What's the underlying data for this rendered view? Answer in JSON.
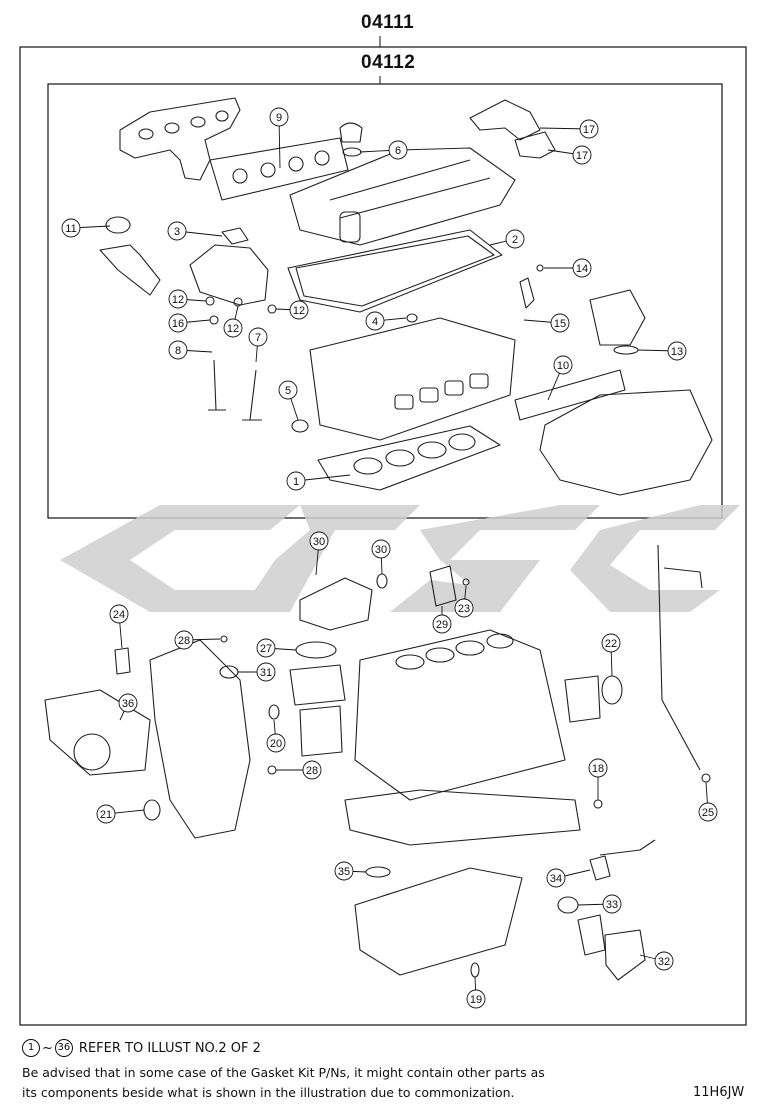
{
  "titles": {
    "kit_outer": "04111",
    "kit_inner": "04112"
  },
  "watermark_text": "CJGC",
  "callouts": [
    {
      "id": "c9",
      "label": "9"
    },
    {
      "id": "c6",
      "label": "6"
    },
    {
      "id": "c17a",
      "label": "17"
    },
    {
      "id": "c17b",
      "label": "17"
    },
    {
      "id": "c11",
      "label": "11"
    },
    {
      "id": "c3",
      "label": "3"
    },
    {
      "id": "c2",
      "label": "2"
    },
    {
      "id": "c14",
      "label": "14"
    },
    {
      "id": "c12a",
      "label": "12"
    },
    {
      "id": "c16a",
      "label": "16"
    },
    {
      "id": "c12b",
      "label": "12"
    },
    {
      "id": "c12c",
      "label": "12"
    },
    {
      "id": "c4",
      "label": "4"
    },
    {
      "id": "c15",
      "label": "15"
    },
    {
      "id": "c8",
      "label": "8"
    },
    {
      "id": "c7",
      "label": "7"
    },
    {
      "id": "c13",
      "label": "13"
    },
    {
      "id": "c10",
      "label": "10"
    },
    {
      "id": "c5",
      "label": "5"
    },
    {
      "id": "c1",
      "label": "1"
    },
    {
      "id": "c30a",
      "label": "30"
    },
    {
      "id": "c30b",
      "label": "30"
    },
    {
      "id": "c23",
      "label": "23"
    },
    {
      "id": "c29",
      "label": "29"
    },
    {
      "id": "c24",
      "label": "24"
    },
    {
      "id": "c28a",
      "label": "28"
    },
    {
      "id": "c27",
      "label": "27"
    },
    {
      "id": "c22",
      "label": "22"
    },
    {
      "id": "c31",
      "label": "31"
    },
    {
      "id": "c36",
      "label": "36"
    },
    {
      "id": "c20",
      "label": "20"
    },
    {
      "id": "c28b",
      "label": "28"
    },
    {
      "id": "c18",
      "label": "18"
    },
    {
      "id": "c21",
      "label": "21"
    },
    {
      "id": "c25",
      "label": "25"
    },
    {
      "id": "c35",
      "label": "35"
    },
    {
      "id": "c34",
      "label": "34"
    },
    {
      "id": "c33",
      "label": "33"
    },
    {
      "id": "c32",
      "label": "32"
    },
    {
      "id": "c19",
      "label": "19"
    }
  ],
  "footer": {
    "refer_from": "1",
    "refer_sep": "~",
    "refer_to": "36",
    "refer_text": "REFER TO ILLUST NO.2 OF 2",
    "note_line1": "Be advised that in some case of the Gasket Kit P/Ns,  it might contain other parts as",
    "note_line2": "its components beside what is shown in the illustration due to commonization.",
    "code": "11H6JW"
  }
}
